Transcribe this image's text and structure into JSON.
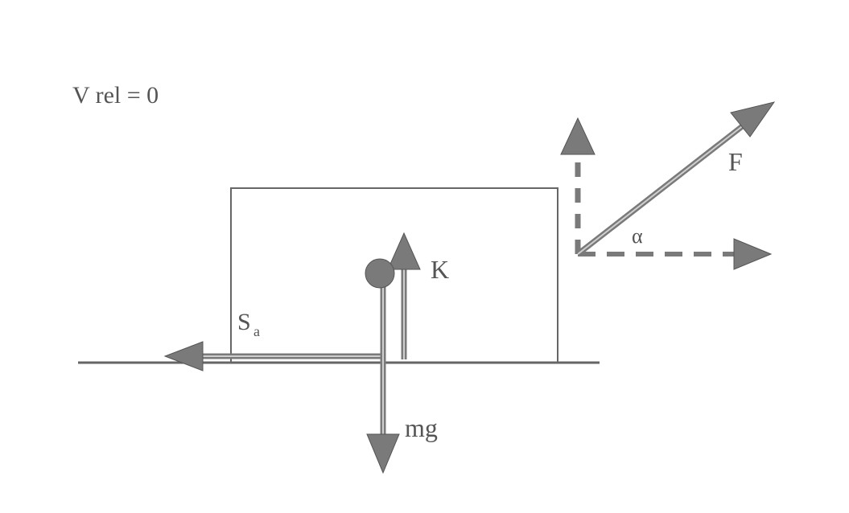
{
  "header": {
    "condition": "V rel = 0"
  },
  "labels": {
    "normal_force": "K",
    "weight": "mg",
    "applied_force": "F",
    "angle": "α",
    "friction_main": "S",
    "friction_sub": "a"
  },
  "colors": {
    "ink": "#555555",
    "arrow_fill": "#7a7a7a",
    "line": "#666666",
    "background": "#ffffff"
  }
}
